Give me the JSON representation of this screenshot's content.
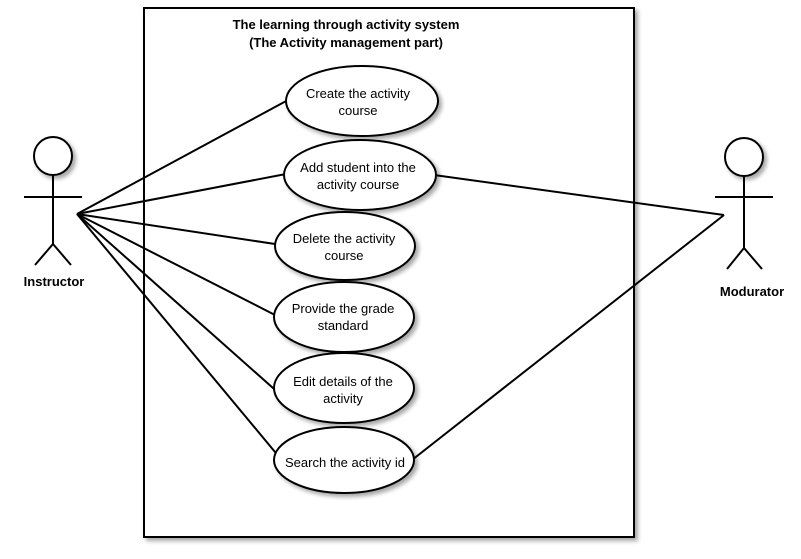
{
  "system": {
    "title_line1": "The learning through activity system",
    "title_line2": "(The Activity management part)"
  },
  "actors": {
    "instructor": {
      "label": "Instructor"
    },
    "moderator": {
      "label": "Modurator"
    }
  },
  "use_cases": [
    {
      "id": "create",
      "line1": "Create the activity",
      "line2": "course"
    },
    {
      "id": "add-student",
      "line1": "Add student into the",
      "line2": "activity course"
    },
    {
      "id": "delete",
      "line1": "Delete the activity",
      "line2": "course"
    },
    {
      "id": "grade",
      "line1": "Provide the grade",
      "line2": "standard"
    },
    {
      "id": "edit",
      "line1": "Edit details of the",
      "line2": "activity"
    },
    {
      "id": "search",
      "line1": "Search the activity id",
      "line2": ""
    }
  ]
}
